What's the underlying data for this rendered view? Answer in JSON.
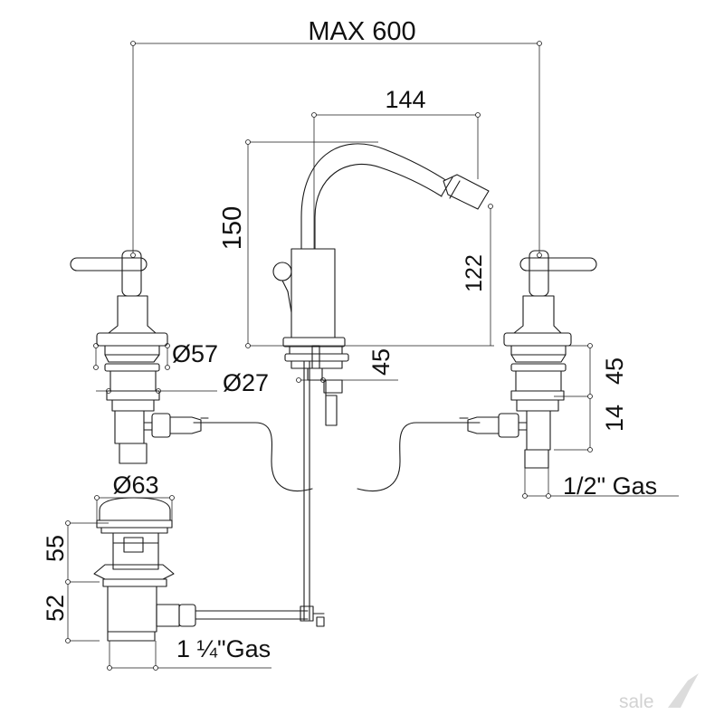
{
  "drawing": {
    "dimensions": {
      "max_width": "MAX 600",
      "spout_reach": "144",
      "total_height": "150",
      "spout_height": "122",
      "flange_diameter": "Ø57",
      "body_diameter": "Ø27",
      "deck_thickness": "45",
      "valve_max_deck": "45",
      "valve_min_deck": "14",
      "valve_connection": "1/2\" Gas",
      "waste_diameter": "Ø63",
      "waste_upper": "55",
      "waste_lower": "52",
      "waste_connection": "1 ¼\"Gas"
    },
    "watermark": "sale"
  }
}
